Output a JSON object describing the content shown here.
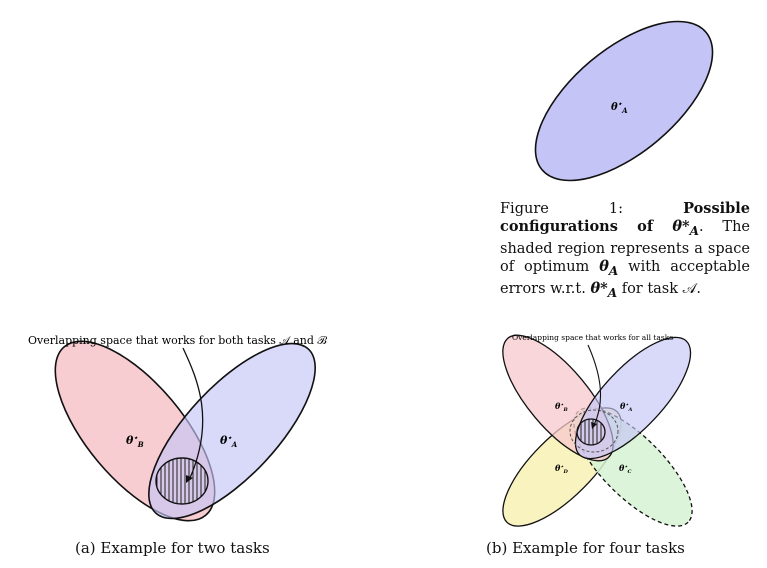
{
  "figure1": {
    "ellipse_label_base": "θ",
    "ellipse_label_sub": "A",
    "caption_prefix": "Figure 1:",
    "caption_bold": "Possible configurations of",
    "caption_bold_symbol": "θ*",
    "caption_bold_symbol_sub": "A",
    "caption_rest": ". The shaded region represents a space of optimum",
    "caption_rest_symbol": "θ",
    "caption_rest_symbol_sub": "A",
    "caption_rest2": "with acceptable errors w.r.t.",
    "caption_rest2_symbol": "θ*",
    "caption_rest2_symbol_sub": "A",
    "caption_end": "for task 𝒜."
  },
  "panel_a": {
    "annotation": "Overlapping space that works for both tasks 𝒜 and ℬ",
    "label_B_base": "θ",
    "label_B_sub": "B",
    "label_A_base": "θ",
    "label_A_sub": "A",
    "caption": "(a) Example for two tasks"
  },
  "panel_b": {
    "annotation": "Overlapping space that works for all tasks",
    "label_B_base": "θ",
    "label_B_sub": "B",
    "label_A_base": "θ",
    "label_A_sub": "A",
    "label_D_base": "θ",
    "label_D_sub": "D",
    "label_C_base": "θ",
    "label_C_sub": "C",
    "caption": "(b) Example for four tasks"
  },
  "colors": {
    "blue_fill": "#c4c4f7",
    "red_fill": "#f7c8cc",
    "yellow_fill": "#f8f2b8",
    "green_fill": "#d6f2d2",
    "stroke": "#111111"
  }
}
